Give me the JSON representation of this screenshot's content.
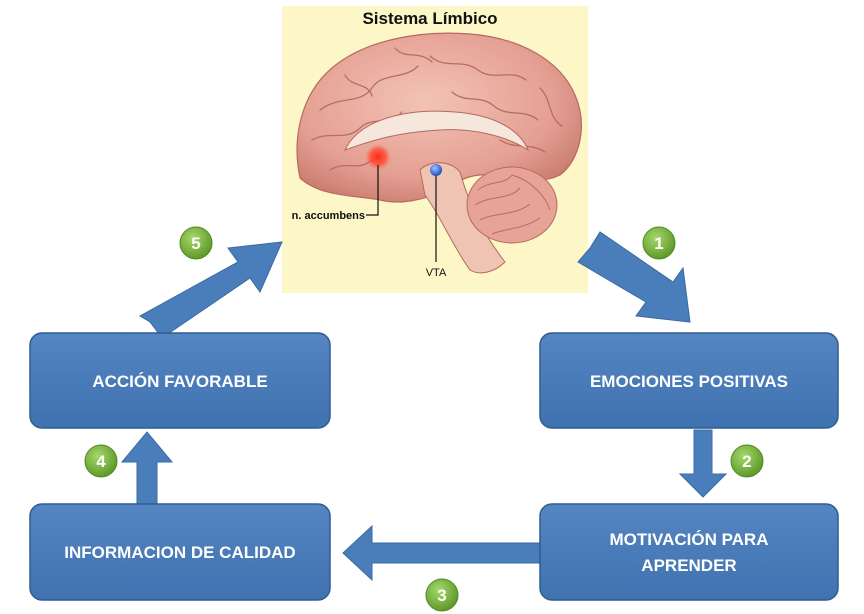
{
  "brain": {
    "title": "Sistema Límbico",
    "label_accumbens": "n. accumbens",
    "label_vta": "VTA"
  },
  "boxes": {
    "accion": {
      "label": "ACCIÓN FAVORABLE"
    },
    "emociones": {
      "label": "EMOCIONES POSITIVAS"
    },
    "motivacion": {
      "line1": "MOTIVACIÓN PARA",
      "line2": "APRENDER"
    },
    "informacion": {
      "label": "INFORMACION DE CALIDAD"
    }
  },
  "steps": [
    "1",
    "2",
    "3",
    "4",
    "5"
  ],
  "colors": {
    "box_fill": "#4a7ebb",
    "box_stroke": "#2f5d8f",
    "arrow": "#4a7ebb",
    "badge": "#7cb342",
    "panel_bg": "#fdf6c6"
  }
}
